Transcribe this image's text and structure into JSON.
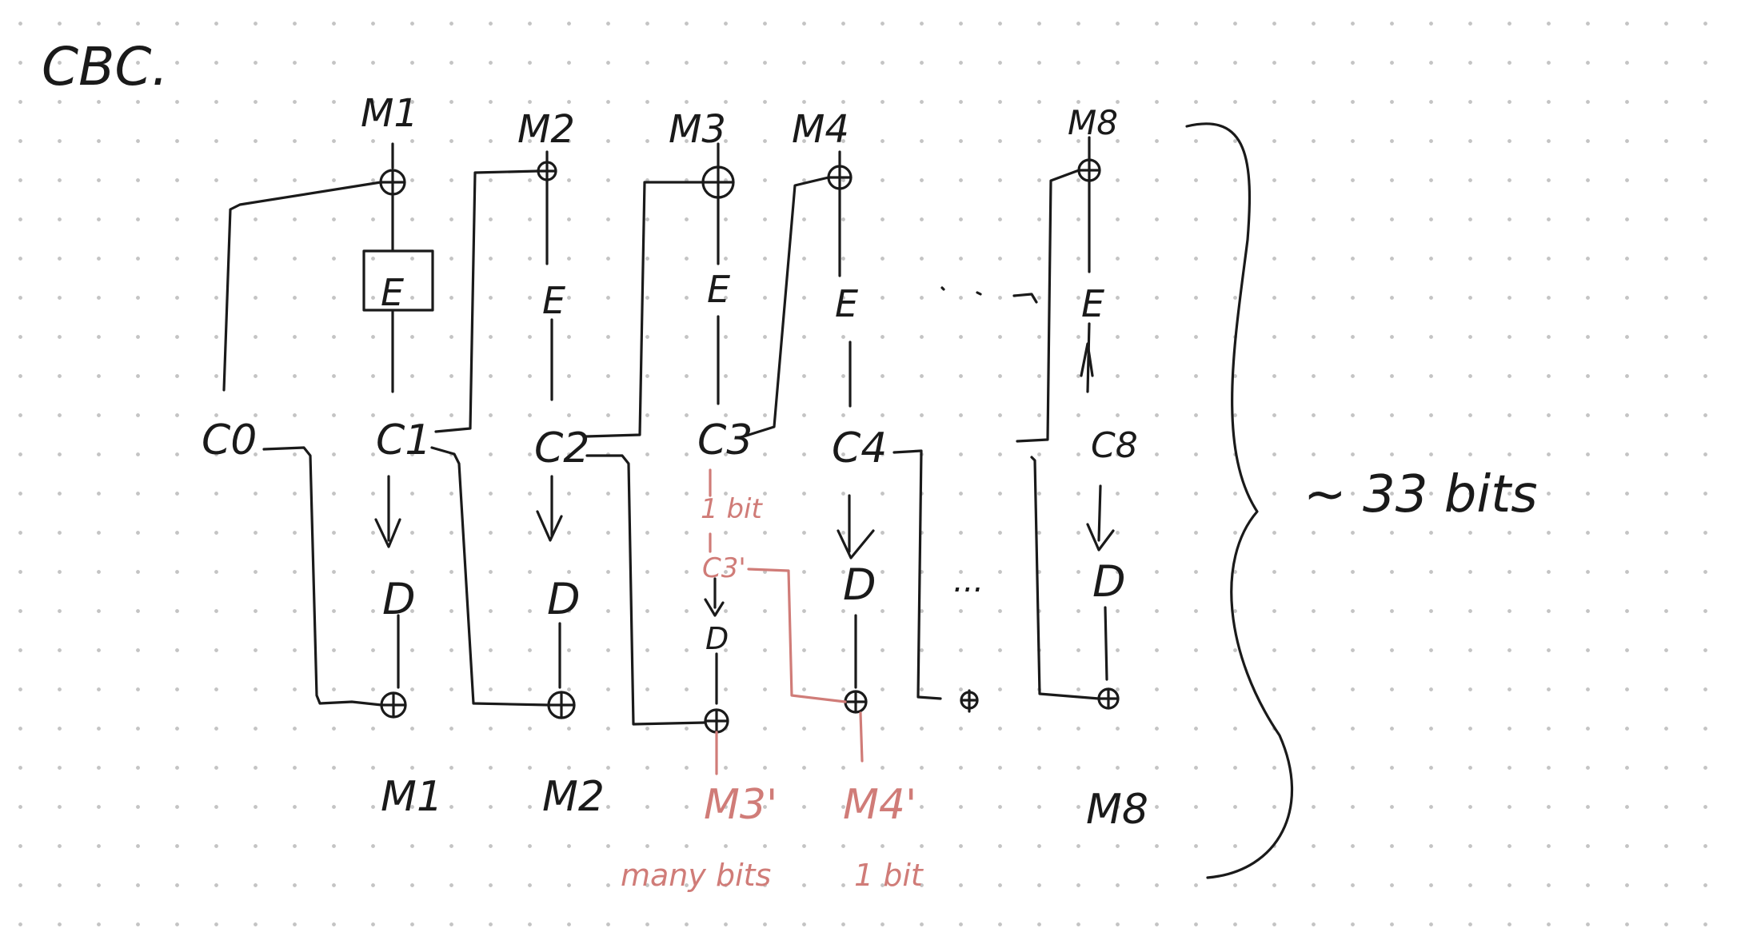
{
  "title": "CBC.",
  "plaintext_top": [
    "M1",
    "M2",
    "M3",
    "M4",
    "M8"
  ],
  "ciphertext": [
    "C0",
    "C1",
    "C2",
    "C3",
    "C4",
    "C8"
  ],
  "encrypt_label": "E",
  "decrypt_label": "D",
  "modified_ciphertext": "C3'",
  "plaintext_bottom": [
    "M1",
    "M2",
    "M3'",
    "M4'",
    "M8"
  ],
  "annotations": {
    "one_bit_flip": "1 bit",
    "many_bits": "many bits",
    "one_bit": "1 bit",
    "ellipsis": "...",
    "total": "~ 33 bits"
  },
  "colors": {
    "ink": "#1a1a1a",
    "highlight": "#d07c78",
    "dots": "#c4c4c4"
  }
}
